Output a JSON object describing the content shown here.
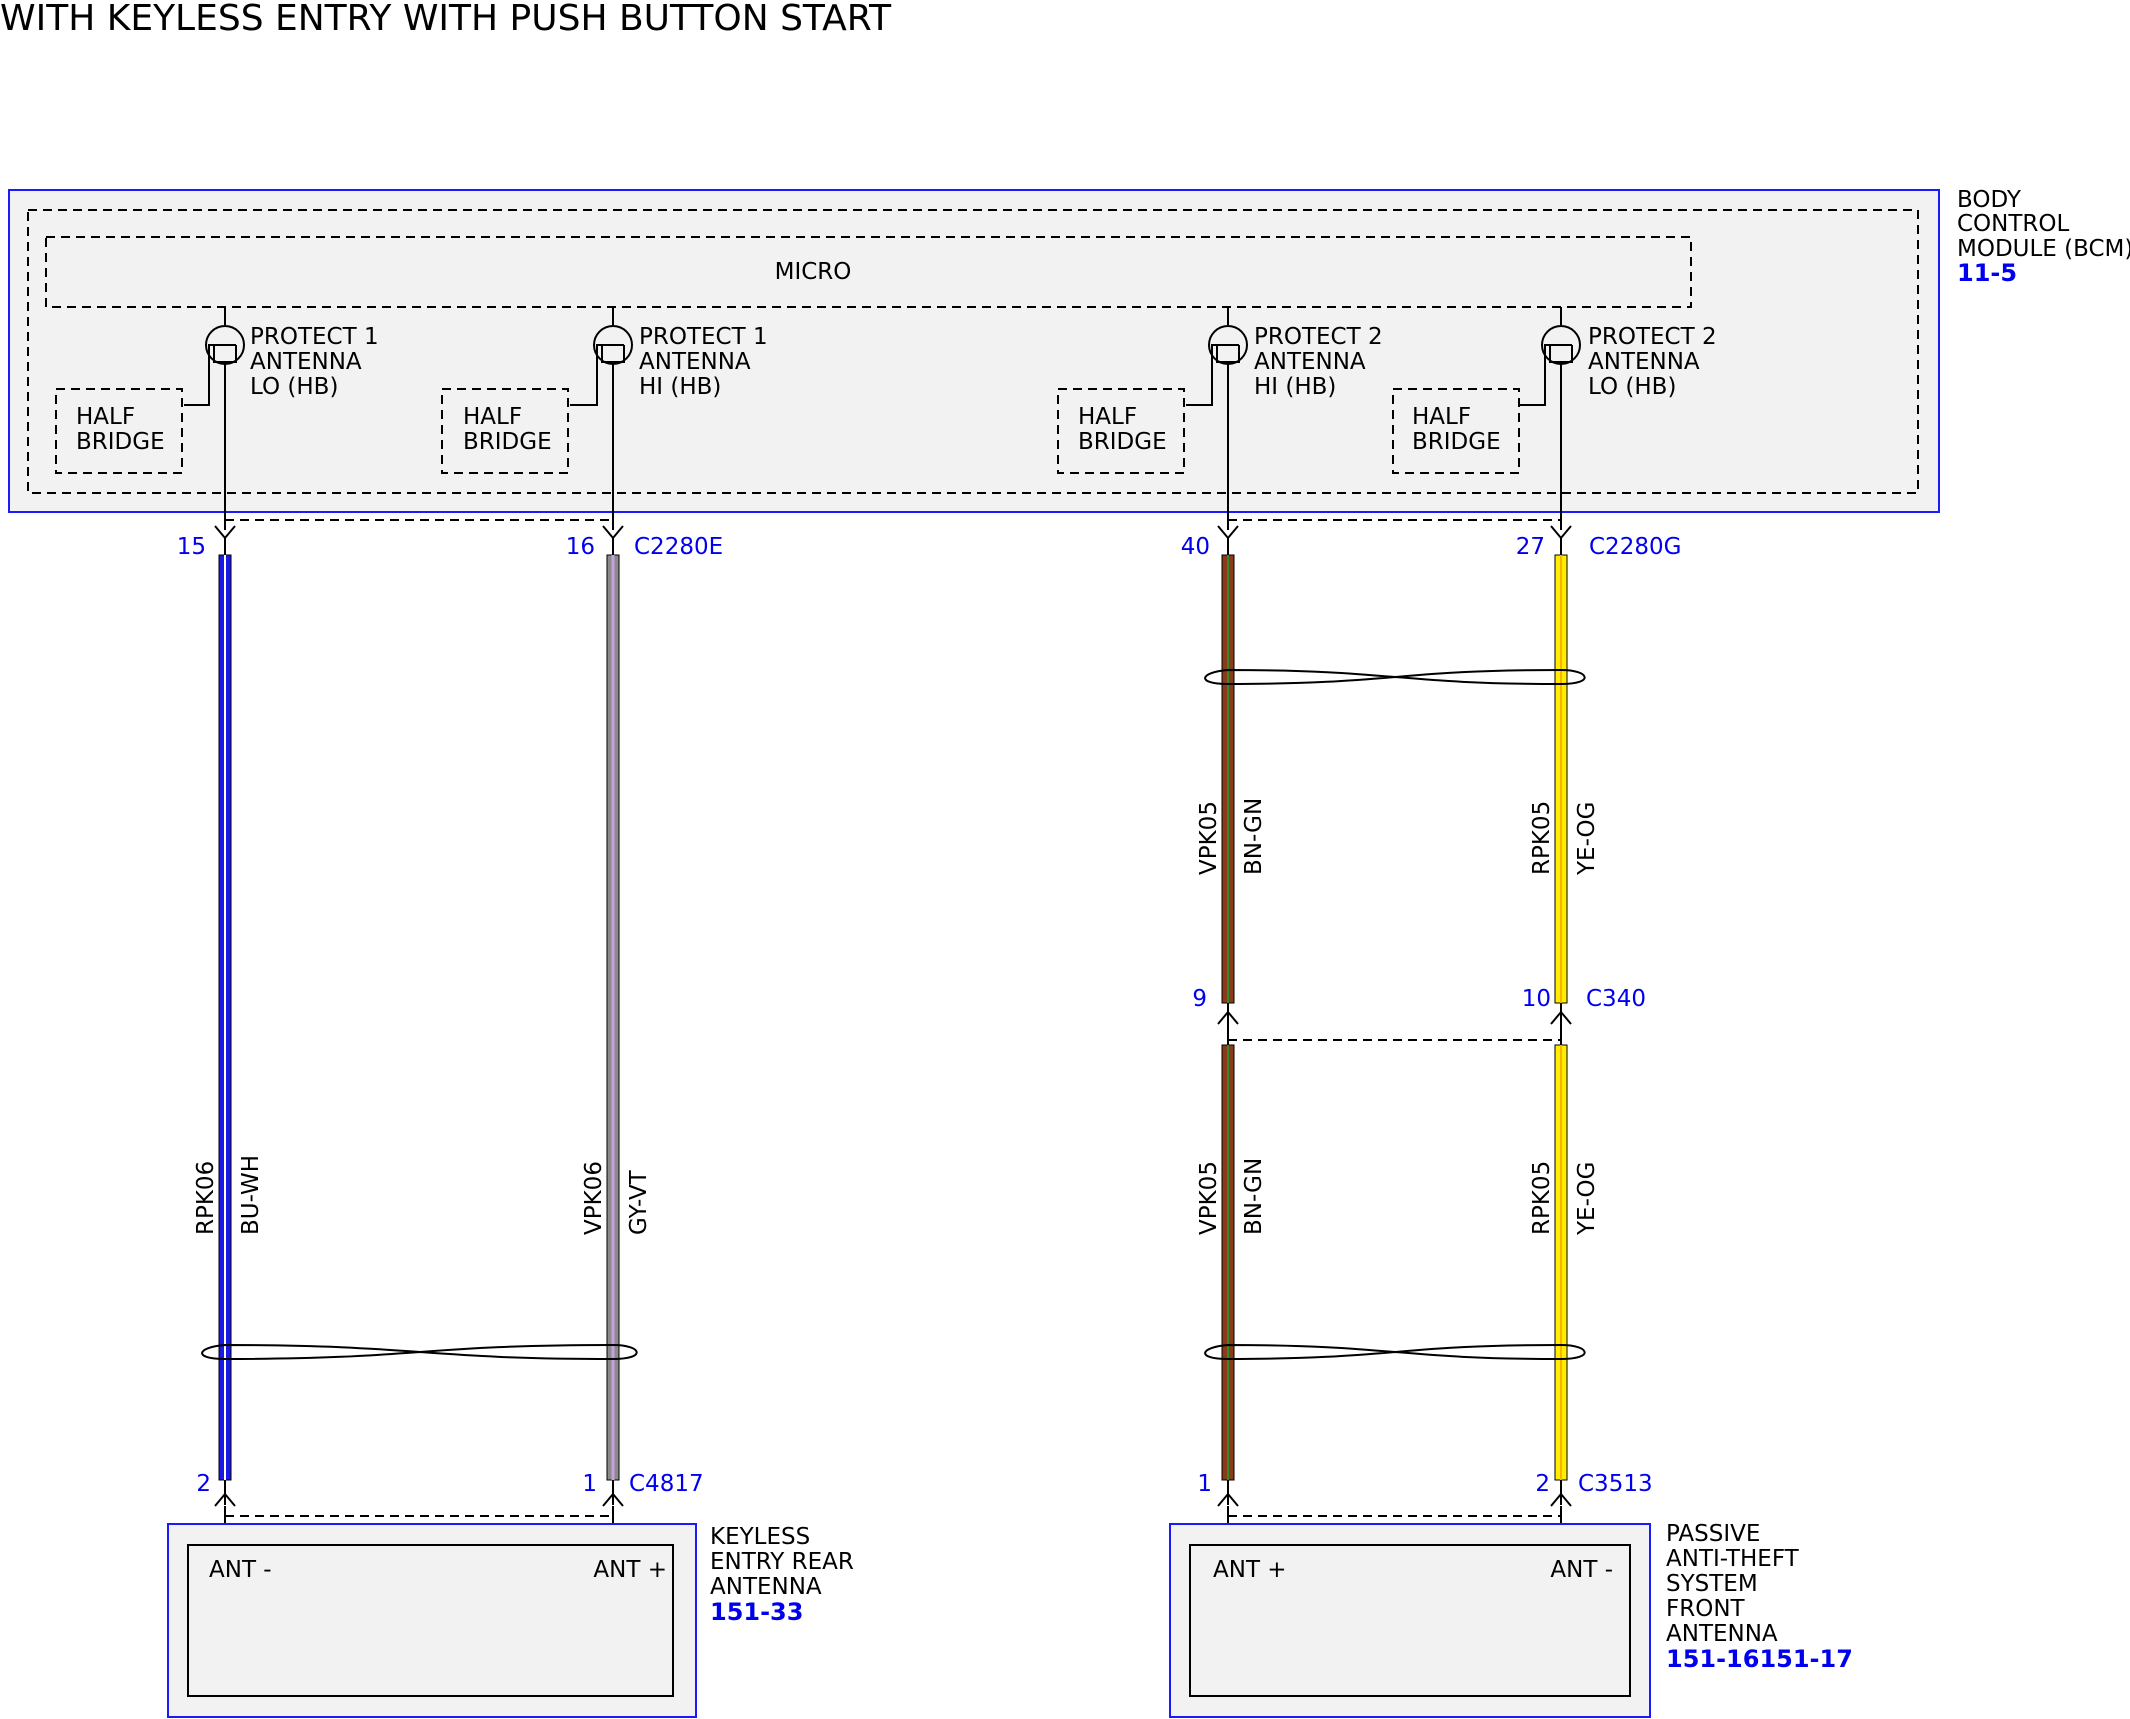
{
  "title": "WITH KEYLESS ENTRY WITH PUSH BUTTON START",
  "bcm": {
    "name_lines": [
      "BODY",
      "CONTROL",
      "MODULE (BCM)"
    ],
    "ref": "11-5",
    "micro_label": "MICRO",
    "half_bridge_lines": [
      "HALF",
      "BRIDGE"
    ],
    "protects": [
      {
        "lines": [
          "PROTECT 1",
          "ANTENNA",
          "LO (HB)"
        ]
      },
      {
        "lines": [
          "PROTECT 1",
          "ANTENNA",
          "HI (HB)"
        ]
      },
      {
        "lines": [
          "PROTECT 2",
          "ANTENNA",
          "HI (HB)"
        ]
      },
      {
        "lines": [
          "PROTECT 2",
          "ANTENNA",
          "LO (HB)"
        ]
      }
    ]
  },
  "connectors": {
    "c2280e": {
      "name": "C2280E",
      "pins": [
        "15",
        "16"
      ]
    },
    "c2280g": {
      "name": "C2280G",
      "pins": [
        "40",
        "27"
      ]
    },
    "c340": {
      "name": "C340",
      "pins": [
        "9",
        "10"
      ]
    },
    "c4817": {
      "name": "C4817",
      "pins": [
        "2",
        "1"
      ]
    },
    "c3513": {
      "name": "C3513",
      "pins": [
        "1",
        "2"
      ]
    }
  },
  "wires": [
    {
      "circuit": "RPK06",
      "color_code": "BU-WH",
      "colors": [
        "#1a1ae6",
        "#ffffff"
      ]
    },
    {
      "circuit": "VPK06",
      "color_code": "GY-VT",
      "colors": [
        "#8a8a8a",
        "#c8a0e0"
      ]
    },
    {
      "circuit": "VPK05",
      "color_code": "BN-GN",
      "colors": [
        "#8b3a1a",
        "#2e8b2e"
      ]
    },
    {
      "circuit": "RPK05",
      "color_code": "YE-OG",
      "colors": [
        "#ffee00",
        "#ffb000"
      ]
    }
  ],
  "rear_antenna": {
    "name_lines": [
      "KEYLESS",
      "ENTRY REAR",
      "ANTENNA"
    ],
    "ref": "151-33",
    "pin_left": "ANT -",
    "pin_right": "ANT +"
  },
  "front_antenna": {
    "name_lines": [
      "PASSIVE",
      "ANTI-THEFT",
      "SYSTEM",
      "FRONT",
      "ANTENNA"
    ],
    "ref": "151-16151-17",
    "pin_left": "ANT +",
    "pin_right": "ANT -"
  }
}
